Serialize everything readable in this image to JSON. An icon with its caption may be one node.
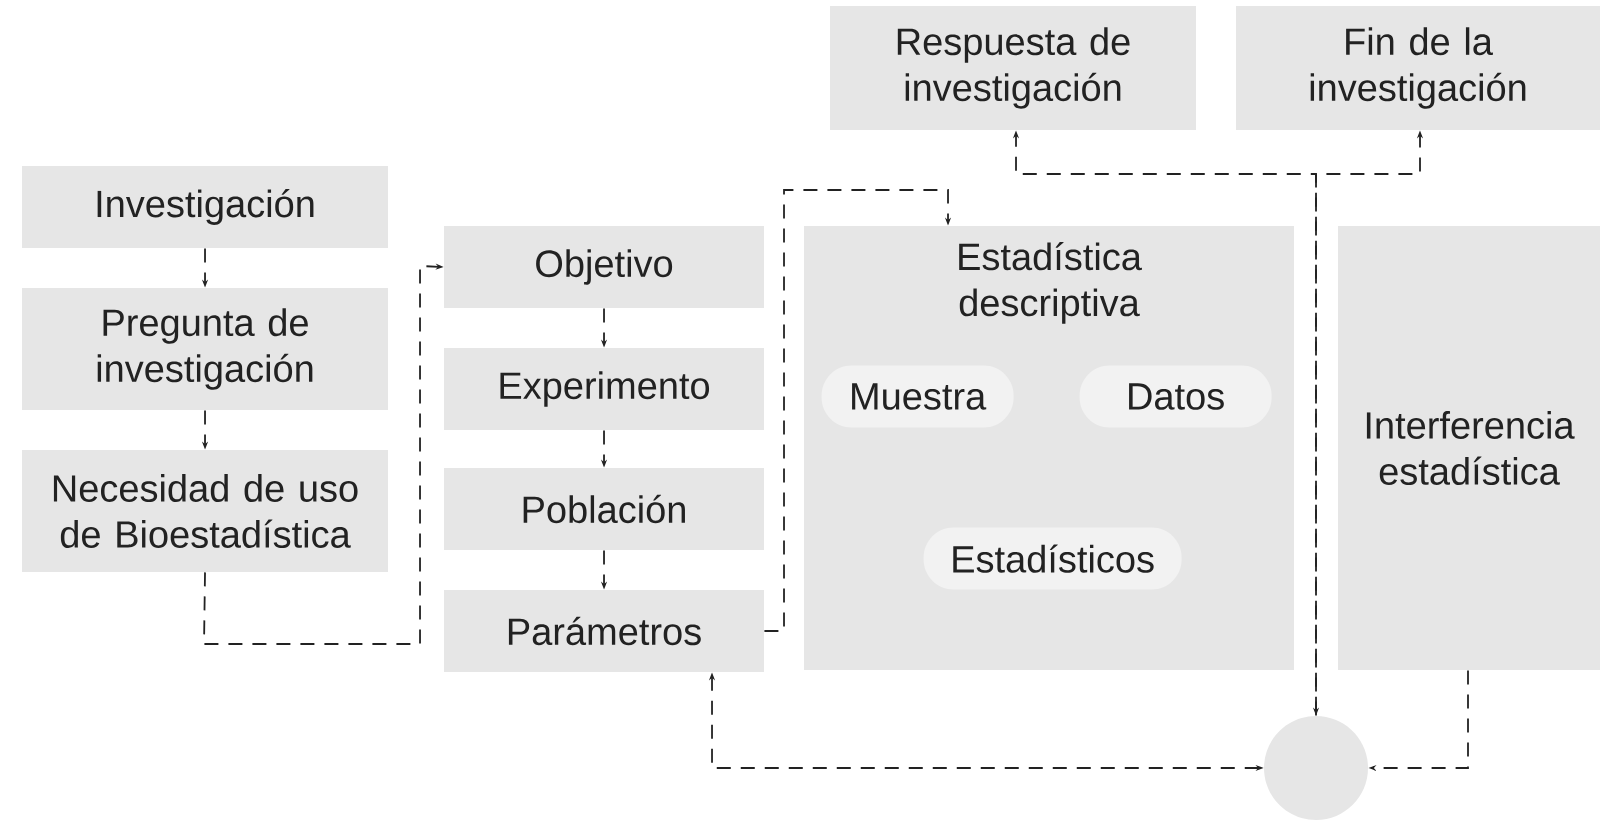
{
  "diagram": {
    "nodes": [
      {
        "text": [
          "Investigación"
        ]
      },
      {
        "text": [
          "Pregunta de investigación"
        ]
      },
      {
        "text": [
          "Necesidad de uso de Bioestadística"
        ]
      },
      {
        "text": [
          "Objetivo"
        ]
      },
      {
        "text": [
          "Experimento"
        ]
      },
      {
        "text": [
          "Población"
        ]
      },
      {
        "text": [
          "Parámetros"
        ]
      },
      {
        "text": [
          "Respuesta de investigación"
        ]
      },
      {
        "text": [
          "Fin de la investigación"
        ]
      },
      {
        "text": [
          "Estadística descriptiva"
        ]
      },
      {
        "text": [
          "Muestra"
        ],
        "in": 9
      },
      {
        "text": [
          "Datos"
        ],
        "in": 9
      },
      {
        "text": [
          "Estadísticos"
        ],
        "in": 9
      },
      {
        "text": [
          "Interferencia estadística"
        ]
      },
      {
        "text": [],
        "shape": "circle"
      }
    ],
    "edges": [
      {
        "from": 0,
        "to": 1,
        "arrow": "to",
        "style": "dashed"
      },
      {
        "from": 1,
        "to": 2,
        "arrow": "to",
        "style": "dashed"
      },
      {
        "from": 2,
        "to": 3,
        "arrow": "to",
        "style": "dashed"
      },
      {
        "from": 3,
        "to": 4,
        "arrow": "to",
        "style": "dashed"
      },
      {
        "from": 4,
        "to": 5,
        "arrow": "to",
        "style": "dashed"
      },
      {
        "from": 5,
        "to": 6,
        "arrow": "to",
        "style": "dashed"
      },
      {
        "from": 6,
        "to": 9,
        "arrow": "to",
        "style": "dashed"
      },
      {
        "from": 14,
        "to": 6,
        "arrow": "both",
        "style": "dashed"
      },
      {
        "from": 13,
        "to": 14,
        "arrow": "to",
        "style": "dashed"
      },
      {
        "from": 14,
        "to": 7,
        "arrow": "both",
        "style": "dashed"
      },
      {
        "from": 14,
        "to": 8,
        "arrow": "to",
        "style": "dashed"
      }
    ]
  }
}
